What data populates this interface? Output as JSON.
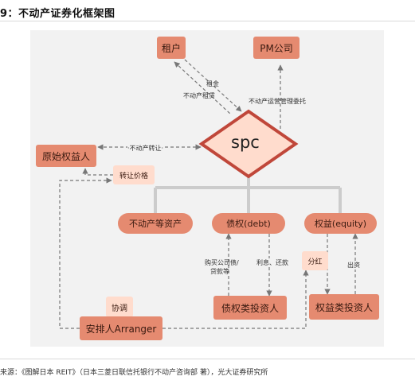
{
  "title": "9：不动产证券化框架图",
  "source": "来源：《图解日本 REIT》（日本三菱日联信托银行不动产咨询部 著），光大证券研究所",
  "nodes": {
    "rent": "租户",
    "pm": "PM公司",
    "spc": "spc",
    "orig": "原始权益人",
    "price": "转让价格",
    "realestate": "不动产等资产",
    "debt": "债权(debt)",
    "equity": "权益(equity)",
    "debtinv": "债权类投资人",
    "eqinv": "权益类投资人",
    "coord": "协调",
    "arranger": "安排人Arranger"
  },
  "labels": {
    "zujin": "租金",
    "lease": "不动产租赁",
    "pmtrust": "不动产运营管理委托",
    "transfer": "·不动产转让·",
    "buybonds_1": "购买公司债/",
    "buybonds_2": "贷款等",
    "interest": "利息、还款",
    "dividend": "分红",
    "invest": "出资"
  },
  "colors": {
    "dark": "#e58a70",
    "light": "#ffdccd",
    "diamond_border": "#c0473a",
    "arrow": "#777777",
    "wire": "#cccccc"
  }
}
